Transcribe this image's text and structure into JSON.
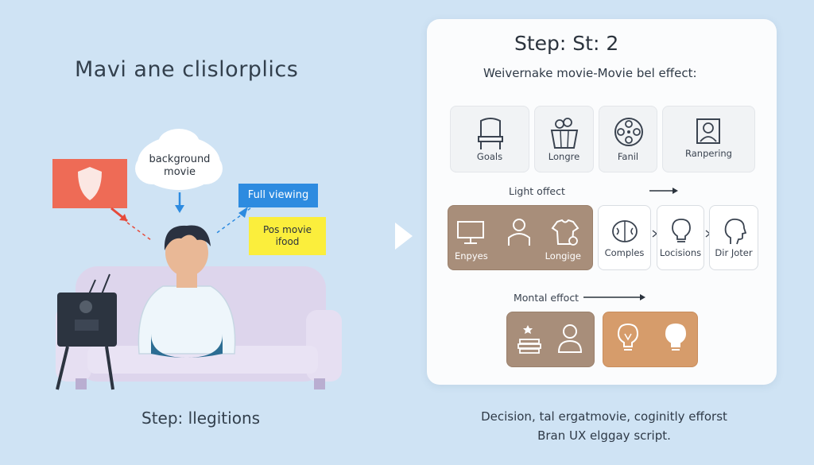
{
  "left": {
    "title": "Mavi ane clislorplics",
    "step_label": "Step: llegitions",
    "bubbles": {
      "cloud": "background movie",
      "blue_box": "Full viewing",
      "yellow_box": "Pos movie ifood"
    }
  },
  "panel": {
    "title": "Step: St: 2",
    "subtitle": "Weivernake movie-Movie bel effect:",
    "row1": [
      {
        "label": "Goals",
        "icon": "chair-icon"
      },
      {
        "label": "Longre",
        "icon": "popcorn-icon"
      },
      {
        "label": "Fanil",
        "icon": "film-reel-icon"
      },
      {
        "label": "Ranpering",
        "icon": "portrait-icon"
      }
    ],
    "light_effect": "Light offect",
    "row2_brown": [
      {
        "label": "Enpyes",
        "icon": "monitor-icon"
      },
      {
        "label": "",
        "icon": "person-icon"
      },
      {
        "label": "Longige",
        "icon": "shirt-icon"
      }
    ],
    "row2_right": [
      {
        "label": "Comples",
        "icon": "brain-icon"
      },
      {
        "label": "Locisions",
        "icon": "lightbulb-icon"
      },
      {
        "label": "Dir Joter",
        "icon": "head-profile-icon"
      }
    ],
    "mental_effect": "Montal effoct",
    "row3": [
      {
        "icon": "books-icon"
      },
      {
        "icon": "person-icon"
      },
      {
        "icon": "lightbulb-icon"
      },
      {
        "icon": "lightbulb-on-icon"
      }
    ]
  },
  "footer": {
    "line1": "Decision, tal ergatmovie, coginitly efforst",
    "line2": "Bran UX elggay script."
  },
  "colors": {
    "background": "#cfe3f4",
    "red_box": "#ee6b56",
    "blue_box": "#2d8be0",
    "yellow_box": "#fbee3c",
    "brown": "#a88e7a",
    "orange": "#d69c6b"
  }
}
